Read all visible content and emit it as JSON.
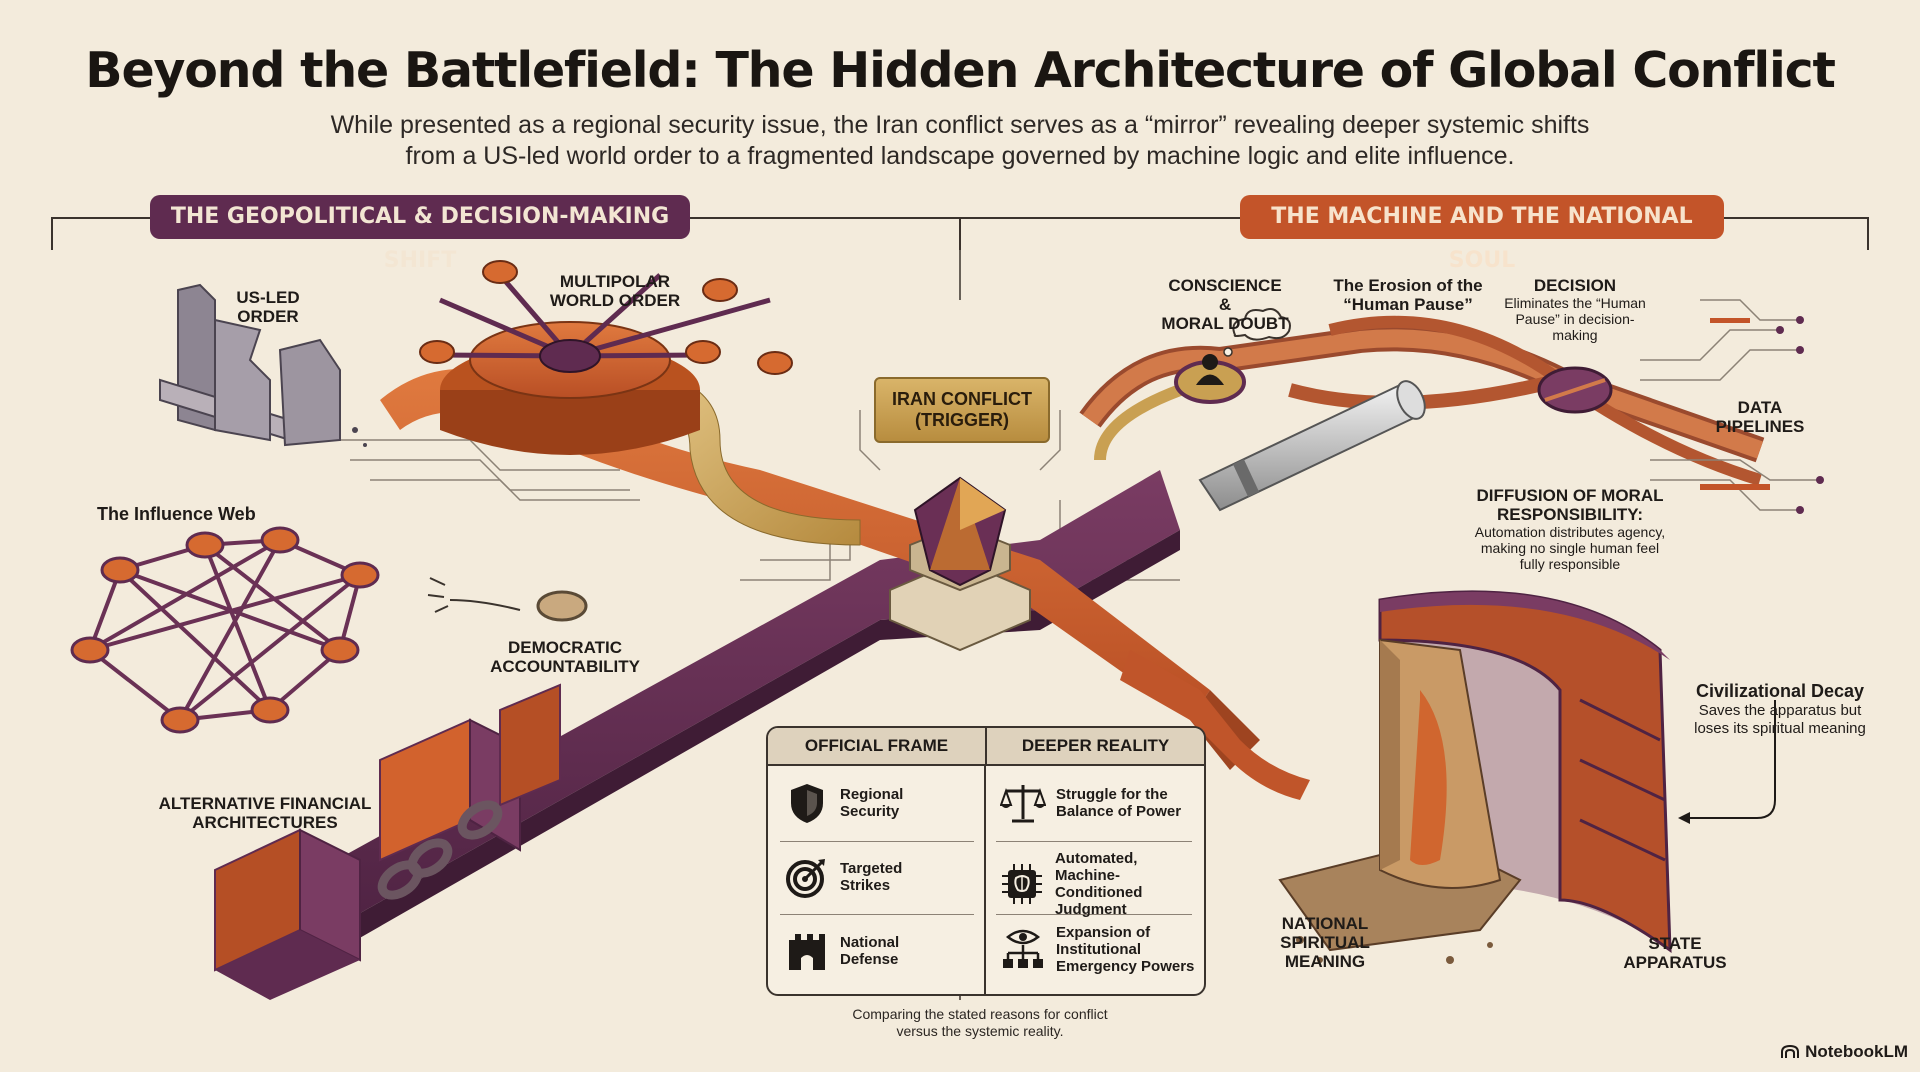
{
  "title": "Beyond the Battlefield: The Hidden Architecture of Global Conflict",
  "subtitle": {
    "line1": "While presented as a regional security issue, the Iran conflict serves as a “mirror” revealing deeper systemic shifts",
    "line2": "from a US-led world order to a fragmented landscape governed by machine logic and elite influence."
  },
  "sections": {
    "left": "THE GEOPOLITICAL & DECISION-MAKING SHIFT",
    "right": "THE MACHINE AND THE NATIONAL SOUL"
  },
  "center": {
    "trigger_line1": "IRAN CONFLICT",
    "trigger_line2": "(TRIGGER)"
  },
  "left_labels": {
    "us_led_1": "US-LED",
    "us_led_2": "ORDER",
    "multipolar_1": "MULTIPOLAR",
    "multipolar_2": "WORLD ORDER",
    "influence_web": "The Influence Web",
    "democratic_1": "DEMOCRATIC",
    "democratic_2": "ACCOUNTABILITY",
    "alt_fin_1": "ALTERNATIVE FINANCIAL",
    "alt_fin_2": "ARCHITECTURES"
  },
  "right_labels": {
    "conscience_1": "CONSCIENCE &",
    "conscience_2": "MORAL DOUBT",
    "erosion_1": "The Erosion of the",
    "erosion_2": "“Human Pause”",
    "decision_title": "DECISION",
    "decision_1": "Eliminates the “Human",
    "decision_2": "Pause” in decision-",
    "decision_3": "making",
    "data_1": "DATA",
    "data_2": "PIPELINES",
    "diffusion_1": "DIFFUSION OF MORAL",
    "diffusion_2": "RESPONSIBILITY:",
    "diffusion_d1": "Automation distributes agency,",
    "diffusion_d2": "making no single human feel",
    "diffusion_d3": "fully responsible",
    "decay_title": "Civilizational Decay",
    "decay_1": "Saves the apparatus but",
    "decay_2": "loses its spiritual meaning",
    "national_1": "NATIONAL",
    "national_2": "SPIRITUAL",
    "national_3": "MEANING",
    "state_1": "STATE",
    "state_2": "APPARATUS"
  },
  "comparison": {
    "col1": "OFFICIAL FRAME",
    "col2": "DEEPER REALITY",
    "official": [
      {
        "icon": "shield-icon",
        "line1": "Regional",
        "line2": "Security",
        "line3": ""
      },
      {
        "icon": "target-icon",
        "line1": "Targeted",
        "line2": "Strikes",
        "line3": ""
      },
      {
        "icon": "castle-icon",
        "line1": "National",
        "line2": "Defense",
        "line3": ""
      }
    ],
    "reality": [
      {
        "icon": "scales-icon",
        "line1": "Struggle for the",
        "line2": "Balance of Power",
        "line3": ""
      },
      {
        "icon": "chip-brain-icon",
        "line1": "Automated,",
        "line2": "Machine-Conditioned",
        "line3": "Judgment"
      },
      {
        "icon": "eye-hierarchy-icon",
        "line1": "Expansion of",
        "line2": "Institutional",
        "line3": "Emergency Powers"
      }
    ],
    "caption_1": "Comparing the stated reasons for conflict",
    "caption_2": "versus the systemic reality."
  },
  "brand": "NotebookLM",
  "colors": {
    "background": "#f3ebdc",
    "plum": "#5f2b50",
    "orange": "#d2622d",
    "rust": "#b9562f",
    "gold": "#c9a052",
    "ink": "#1e1a17"
  }
}
